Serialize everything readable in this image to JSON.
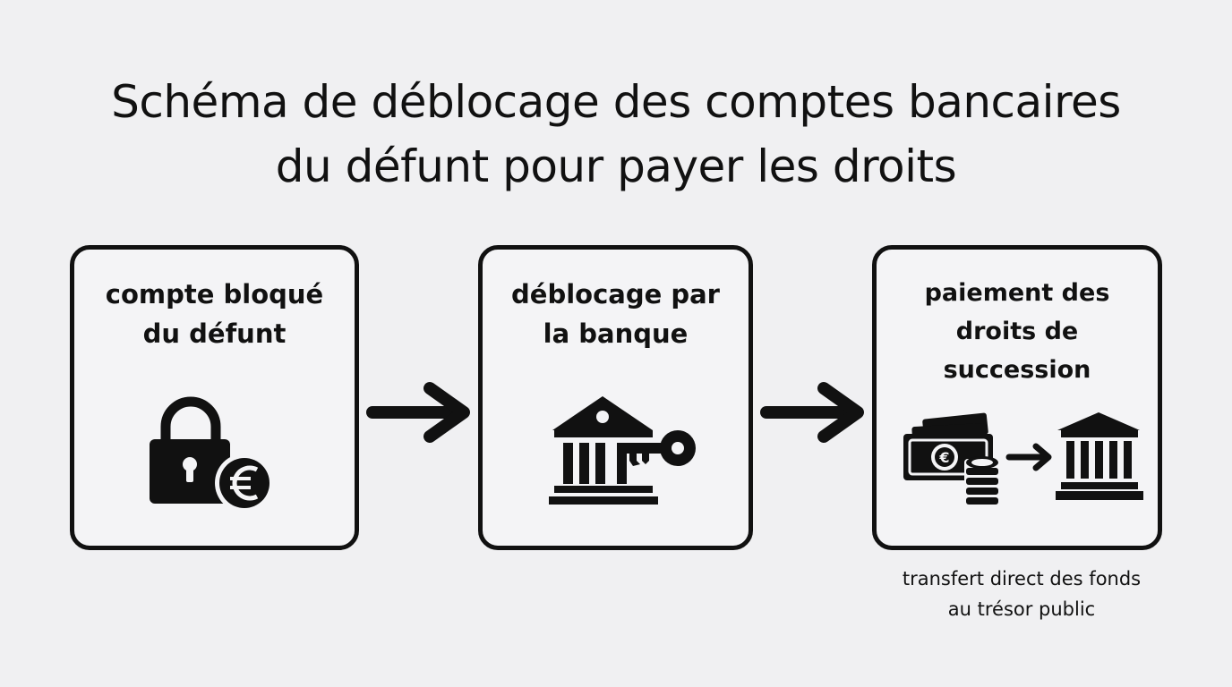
{
  "title": {
    "line1": "Schéma de déblocage des comptes bancaires",
    "line2": "du défunt pour payer les droits"
  },
  "steps": [
    {
      "line1": "compte bloqué",
      "line2": "du défunt",
      "icon": "padlock-euro-icon"
    },
    {
      "line1": "déblocage par",
      "line2": "la banque",
      "icon": "bank-key-icon"
    },
    {
      "line1": "paiement des",
      "line2": "droits de",
      "line3": "succession",
      "icon": "money-to-bank-icon"
    }
  ],
  "note": {
    "line1": "transfert direct des fonds",
    "line2": "au trésor public"
  },
  "colors": {
    "background": "#f0f0f2",
    "stroke": "#111111"
  }
}
